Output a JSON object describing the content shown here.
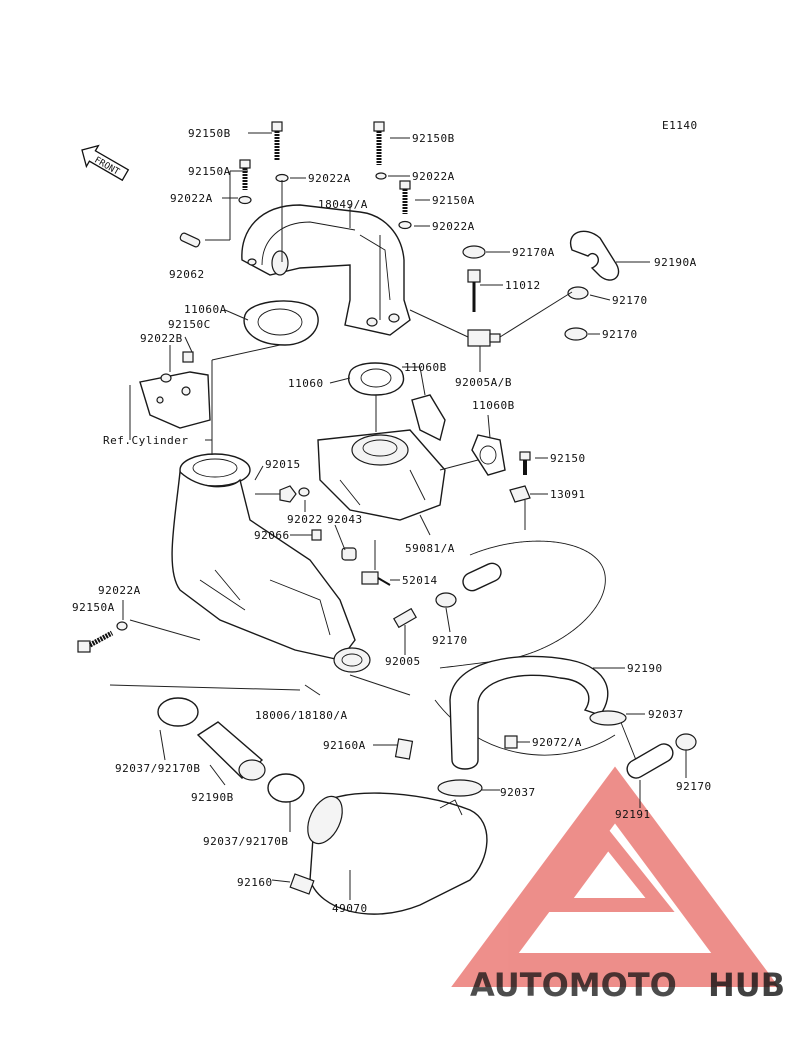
{
  "diagram": {
    "figure_id": "E1140",
    "front_marker": "FRONT",
    "callouts": [
      "92150B",
      "92150A",
      "92022A",
      "92022A",
      "92062",
      "92150B",
      "92022A",
      "18049/A",
      "92150A",
      "92022A",
      "92170A",
      "92190A",
      "11012",
      "92170",
      "92170",
      "11060A",
      "92150C",
      "92022B",
      "11060B",
      "92005A/B",
      "11060",
      "11060B",
      "Ref.Cylinder",
      "92015",
      "92150",
      "13091",
      "92022",
      "92043",
      "92066",
      "59081/A",
      "52014",
      "92022A",
      "92150A",
      "92170",
      "92005",
      "92190",
      "18006/18180/A",
      "92037",
      "92160A",
      "92072/A",
      "92037/92170B",
      "92190B",
      "92037",
      "92170",
      "92191",
      "92037/92170B",
      "92160",
      "49070"
    ]
  },
  "watermark": {
    "brand_a": "AUTOMOTO",
    "brand_b": "HUB",
    "color_a": "#f2b25c",
    "color_b": "#6b6b6b",
    "triangle_color": "#e0332b"
  }
}
